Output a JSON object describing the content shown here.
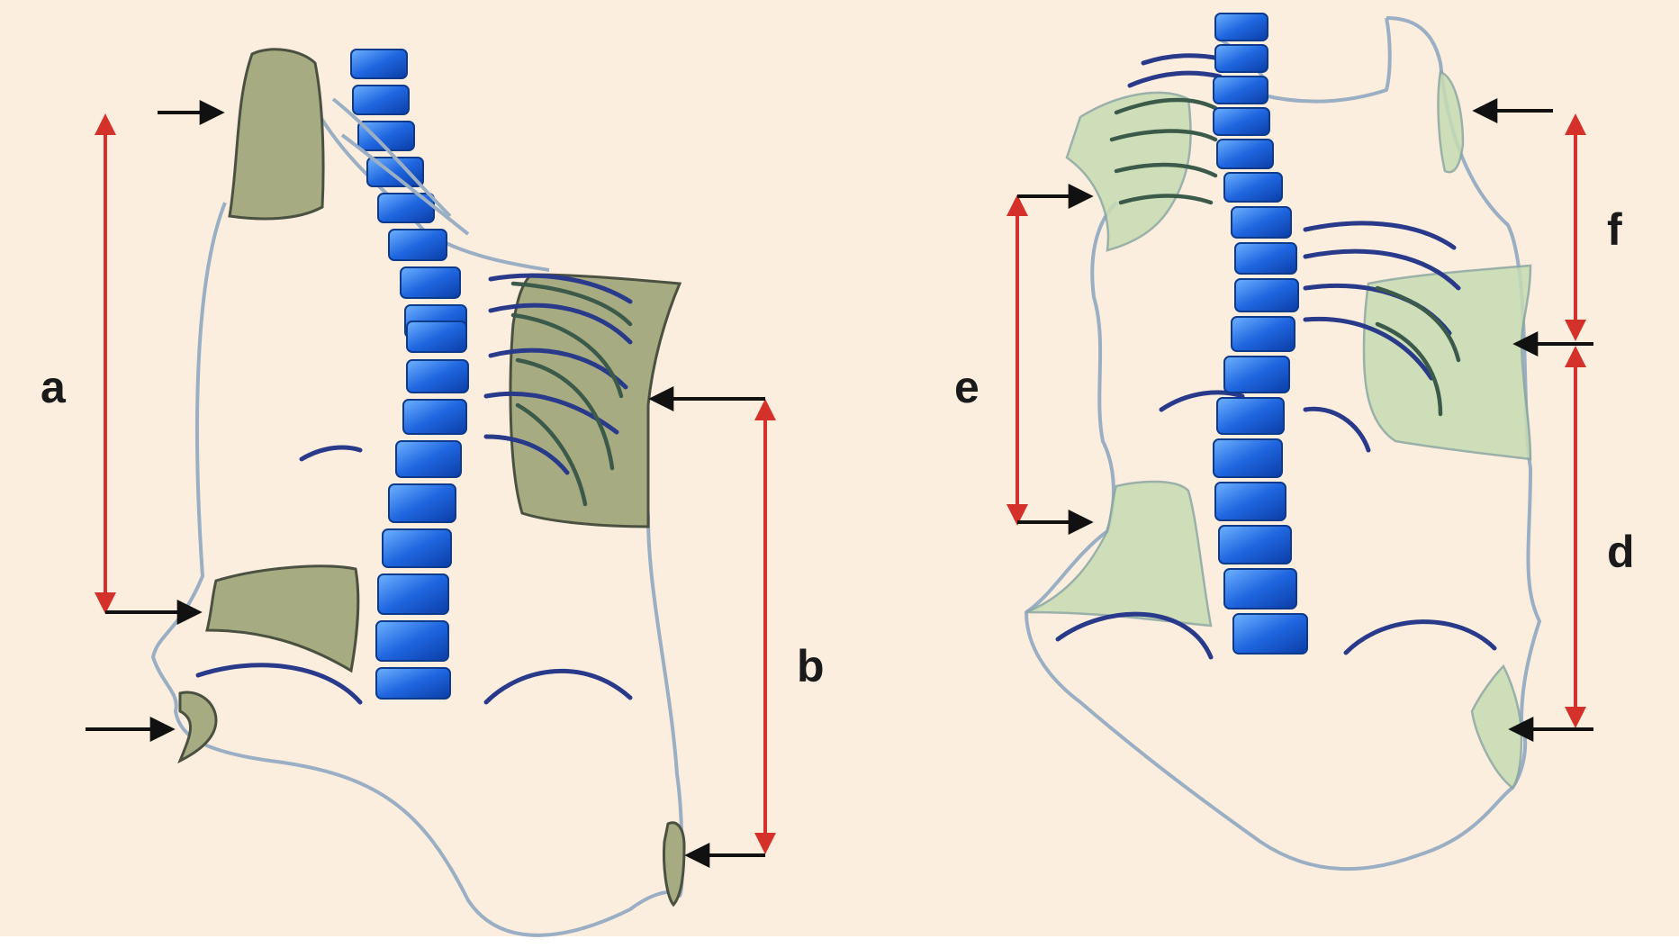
{
  "figure": {
    "labels": {
      "a": "a",
      "b": "b",
      "e": "e",
      "f": "f",
      "d": "d"
    }
  },
  "colors": {
    "background": "#fbeedf",
    "vertebra": "#1f66e0",
    "measure_line": "#d4312a",
    "pointer_arrow": "#111111",
    "flap_dark": "#a7ab82",
    "flap_light": "#c6dcb3"
  }
}
